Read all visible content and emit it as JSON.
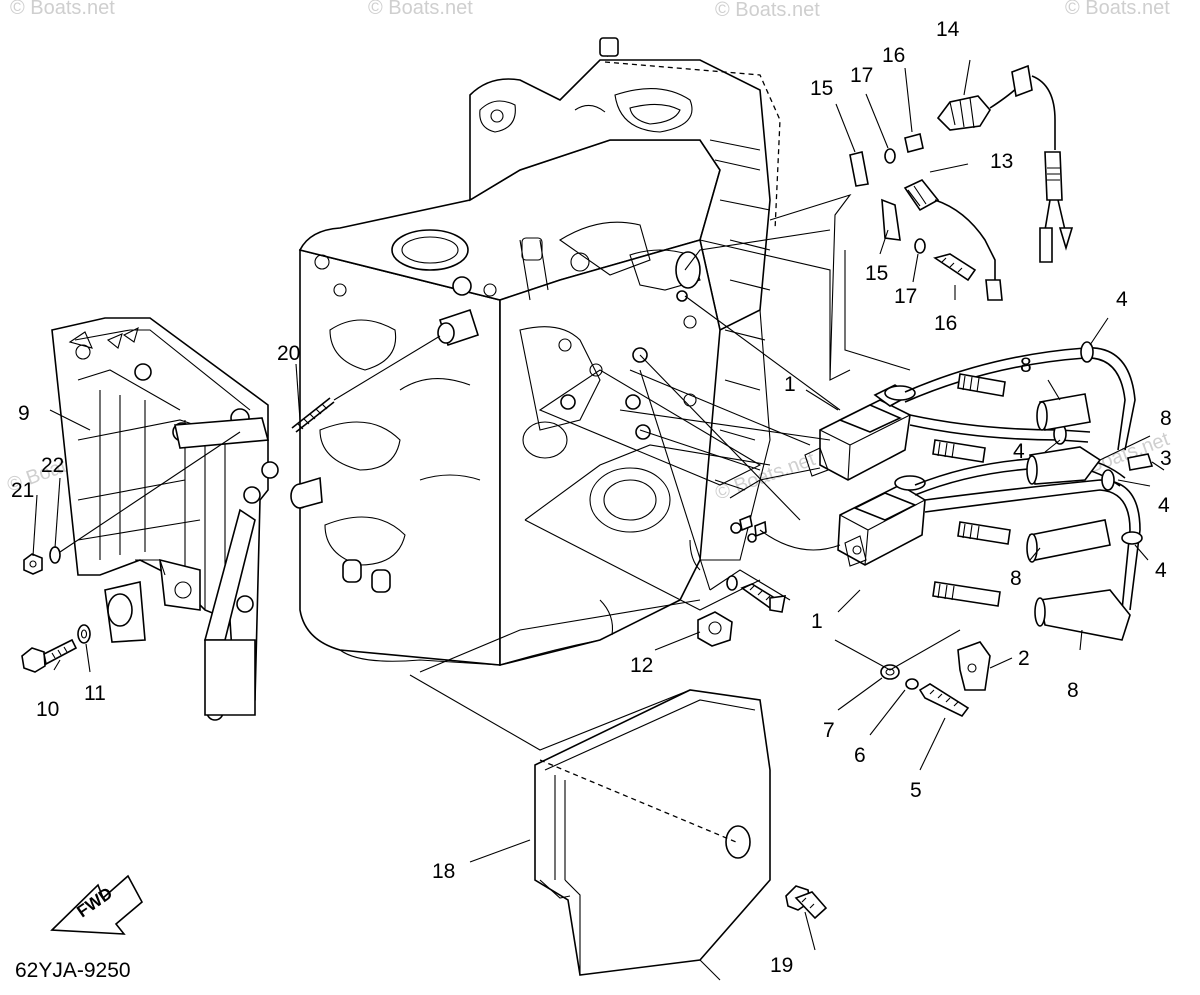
{
  "diagram": {
    "code": "62YJA-9250",
    "direction_label": "FWD",
    "watermark": "© Boats.net",
    "callouts": [
      {
        "id": "c1a",
        "text": "1"
      },
      {
        "id": "c1b",
        "text": "1"
      },
      {
        "id": "c2",
        "text": "2"
      },
      {
        "id": "c3",
        "text": "3"
      },
      {
        "id": "c4a",
        "text": "4"
      },
      {
        "id": "c4b",
        "text": "4"
      },
      {
        "id": "c4c",
        "text": "4"
      },
      {
        "id": "c4d",
        "text": "4"
      },
      {
        "id": "c5",
        "text": "5"
      },
      {
        "id": "c6",
        "text": "6"
      },
      {
        "id": "c7",
        "text": "7"
      },
      {
        "id": "c8a",
        "text": "8"
      },
      {
        "id": "c8b",
        "text": "8"
      },
      {
        "id": "c8c",
        "text": "8"
      },
      {
        "id": "c8d",
        "text": "8"
      },
      {
        "id": "c9",
        "text": "9"
      },
      {
        "id": "c10",
        "text": "10"
      },
      {
        "id": "c11",
        "text": "11"
      },
      {
        "id": "c12",
        "text": "12"
      },
      {
        "id": "c13",
        "text": "13"
      },
      {
        "id": "c14",
        "text": "14"
      },
      {
        "id": "c15a",
        "text": "15"
      },
      {
        "id": "c15b",
        "text": "15"
      },
      {
        "id": "c16a",
        "text": "16"
      },
      {
        "id": "c16b",
        "text": "16"
      },
      {
        "id": "c17a",
        "text": "17"
      },
      {
        "id": "c17b",
        "text": "17"
      },
      {
        "id": "c18",
        "text": "18"
      },
      {
        "id": "c19",
        "text": "19"
      },
      {
        "id": "c20",
        "text": "20"
      },
      {
        "id": "c21",
        "text": "21"
      },
      {
        "id": "c22",
        "text": "22"
      }
    ]
  }
}
